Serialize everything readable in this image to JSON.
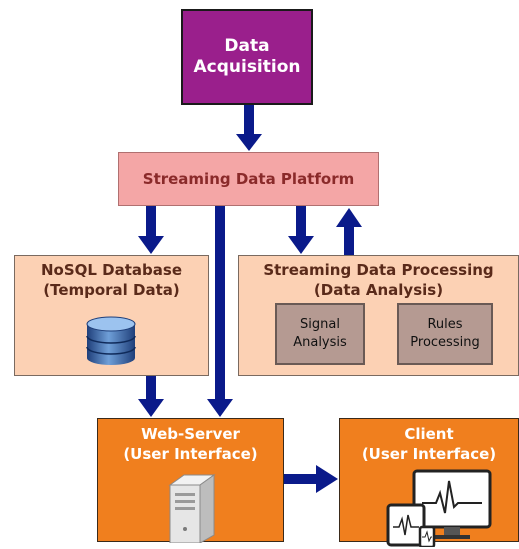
{
  "nodes": {
    "acquisition": {
      "line1": "Data",
      "line2": "Acquisition"
    },
    "platform": {
      "label": "Streaming Data Platform"
    },
    "nosql": {
      "line1": "NoSQL Database",
      "line2": "(Temporal Data)"
    },
    "processing": {
      "line1": "Streaming Data Processing",
      "line2": "(Data Analysis)",
      "signal": {
        "line1": "Signal",
        "line2": "Analysis"
      },
      "rules": {
        "line1": "Rules",
        "line2": "Processing"
      }
    },
    "webserver": {
      "line1": "Web-Server",
      "line2": "(User Interface)"
    },
    "client": {
      "line1": "Client",
      "line2": "(User Interface)"
    }
  },
  "icons": {
    "database": "database-icon",
    "server": "server-icon",
    "devices": "devices-icon"
  },
  "colors": {
    "acquisition": "#9a1f8c",
    "platform": "#f4a6a6",
    "analysis_boxes": "#fcd1b4",
    "ui_boxes": "#f07f1e",
    "arrows": "#0a1a8a"
  }
}
